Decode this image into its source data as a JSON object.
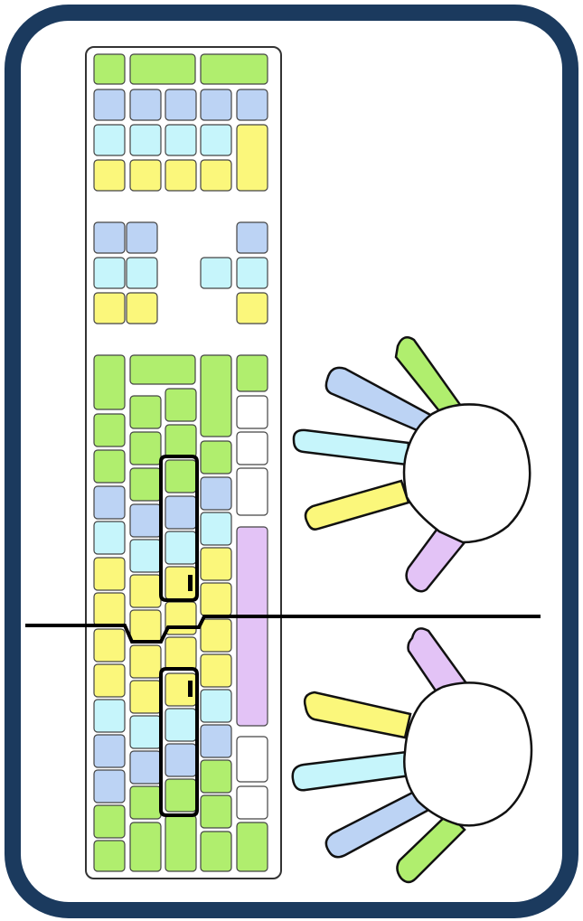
{
  "colors": {
    "frame": "#1b3a5e",
    "keyboard_outline": "#333333",
    "key_stroke": "#444444",
    "divider": "#000000",
    "hand_fill": "#ffffff",
    "hand_stroke": "#111111",
    "green": "#b0ee6e",
    "blue": "#bcd3f4",
    "cyan": "#c6f5fb",
    "yellow": "#fbf77b",
    "purple": "#e3c3f6",
    "white": "#ffffff"
  },
  "finger_colors": {
    "top_hand": [
      "green",
      "blue",
      "cyan",
      "yellow",
      "purple"
    ],
    "bottom_hand": [
      "purple",
      "yellow",
      "cyan",
      "blue",
      "green"
    ]
  },
  "home_row_markers": [
    "home-bump-f",
    "home-bump-j"
  ],
  "icons": {
    "top_hand": "left-hand-icon",
    "bottom_hand": "right-hand-icon"
  }
}
